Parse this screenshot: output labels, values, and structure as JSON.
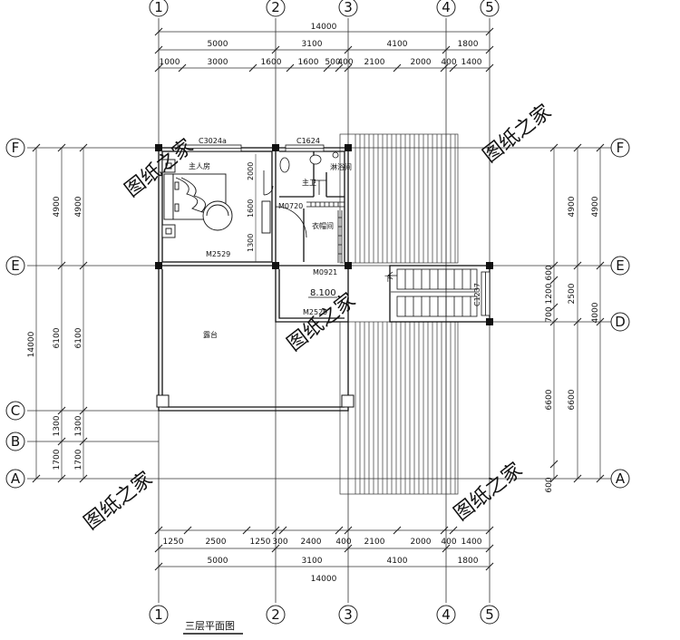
{
  "drawing": {
    "title": "三层平面图",
    "watermark": "图纸之家"
  },
  "axes": {
    "vertical": [
      "1",
      "2",
      "3",
      "4",
      "5"
    ],
    "horizontal": [
      "F",
      "E",
      "D",
      "C",
      "B",
      "A"
    ]
  },
  "dimensions": {
    "top_total": "14000",
    "top_segments": [
      "5000",
      "3100",
      "4100",
      "1800"
    ],
    "top_detail": [
      "1000",
      "3000",
      "1600",
      "1600",
      "500",
      "400",
      "2100",
      "2000",
      "400",
      "1400"
    ],
    "bottom_detail": [
      "1250",
      "2500",
      "1250",
      "300",
      "2400",
      "400",
      "2100",
      "2000",
      "400",
      "1400"
    ],
    "bottom_segments": [
      "5000",
      "3100",
      "4100",
      "1800"
    ],
    "bottom_total": "14000",
    "left_total": "14000",
    "left_outer": [
      "4900",
      "6100",
      "1300",
      "1700"
    ],
    "left_inner": [
      "4900",
      "6100",
      "1300",
      "1700"
    ],
    "right_outer": [
      "4900",
      "2500",
      "4000",
      "6600"
    ],
    "right_inner": [
      "4900",
      "600",
      "1200",
      "700",
      "6600",
      "600"
    ]
  },
  "rooms": {
    "master_bedroom": "主人房",
    "bathroom": "主卫",
    "shower": "淋浴间",
    "closet": "衣帽间",
    "terrace": "露台",
    "elevation": "8.100",
    "stair_down": "下"
  },
  "openings": {
    "window_bedroom": "C3024a",
    "window_bath": "C1624",
    "window_stair": "C1237",
    "door_bedroom": "M2529",
    "door_terrace": "M2529",
    "door_bath": "M0720",
    "door_hall": "M0921",
    "dim_2000": "2000",
    "dim_1600": "1600",
    "dim_1300": "1300"
  }
}
